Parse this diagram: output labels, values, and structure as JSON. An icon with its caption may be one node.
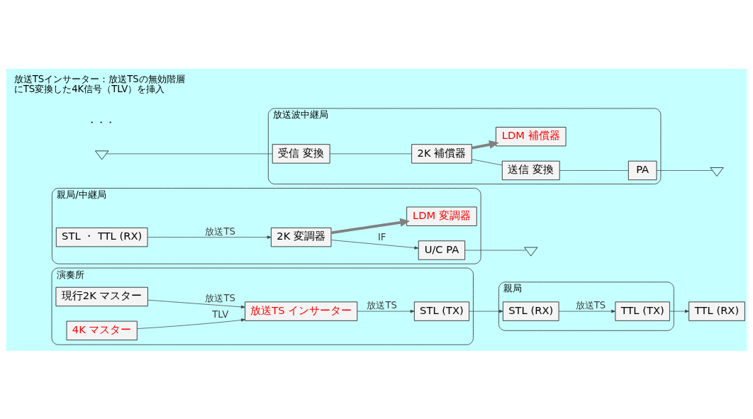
{
  "diagram": {
    "nodes": [
      {
        "text": [
          "演奏所"
        ]
      },
      {
        "text": [
          "現行2K マスター"
        ],
        "in": 0
      },
      {
        "text": [
          "放送TS インサーター"
        ],
        "in": 0
      },
      {
        "text": [
          "STL (TX)"
        ],
        "in": 0
      },
      {
        "text": [
          "4K マスター"
        ],
        "in": 0
      },
      {
        "text": [
          "親局"
        ]
      },
      {
        "text": [
          "STL (RX)"
        ],
        "in": 5
      },
      {
        "text": [
          "TTL (TX)"
        ],
        "in": 5
      },
      {
        "text": [
          "TTL (RX)"
        ]
      },
      {
        "text": [
          "親局/中継局"
        ]
      },
      {
        "text": [
          "STL ・ TTL (RX)"
        ],
        "in": 9
      },
      {
        "text": [
          "2K 変調器"
        ],
        "in": 9
      },
      {
        "text": [
          "U/C PA"
        ],
        "in": 9
      },
      {
        "text": [
          "LDM 変調器"
        ],
        "in": 9
      },
      {
        "text": [],
        "shape": "antenna"
      },
      {
        "text": [],
        "shape": "antenna"
      },
      {
        "text": [
          "放送波中継局"
        ]
      },
      {
        "text": [
          "受信 変換"
        ],
        "in": 16
      },
      {
        "text": [
          "2K 補償器"
        ],
        "in": 16
      },
      {
        "text": [
          "送信 変換"
        ],
        "in": 16
      },
      {
        "text": [
          "PA"
        ],
        "in": 16
      },
      {
        "text": [
          "LDM 補償器"
        ],
        "in": 16
      },
      {
        "text": [],
        "shape": "antenna"
      }
    ],
    "edges": [
      {
        "from": 1,
        "to": 2,
        "arrow": "to",
        "label": "放送TS"
      },
      {
        "from": 2,
        "to": 3,
        "arrow": "to",
        "label": "放送TS"
      },
      {
        "from": 4,
        "to": 2,
        "arrow": "to",
        "label": "TLV"
      },
      {
        "from": 3,
        "to": 6,
        "arrow": "to"
      },
      {
        "from": 6,
        "to": 7,
        "arrow": "to",
        "label": "放送TS"
      },
      {
        "from": 7,
        "to": 8,
        "arrow": "to"
      },
      {
        "from": 10,
        "to": 11,
        "arrow": "to",
        "label": "放送TS"
      },
      {
        "from": 11,
        "to": 12,
        "arrow": "to",
        "label": "IF"
      },
      {
        "from": 12,
        "to": 14,
        "arrow": "none"
      },
      {
        "from": 11,
        "to": 13,
        "arrow": "to",
        "style": "thick",
        "color": "#808080"
      },
      {
        "from": 15,
        "to": 17,
        "arrow": "none"
      },
      {
        "from": 17,
        "to": 18,
        "arrow": "none"
      },
      {
        "from": 18,
        "to": 19,
        "arrow": "none"
      },
      {
        "from": 19,
        "to": 20,
        "arrow": "none"
      },
      {
        "from": 20,
        "to": 22,
        "arrow": "none"
      },
      {
        "from": 18,
        "to": 21,
        "arrow": "to",
        "style": "thick",
        "color": "#808080"
      }
    ],
    "labels": [
      "・・・",
      "放送TSインサーター：放送TSの無効階層にTS変換した4K信号（TLV）を挿入"
    ]
  }
}
